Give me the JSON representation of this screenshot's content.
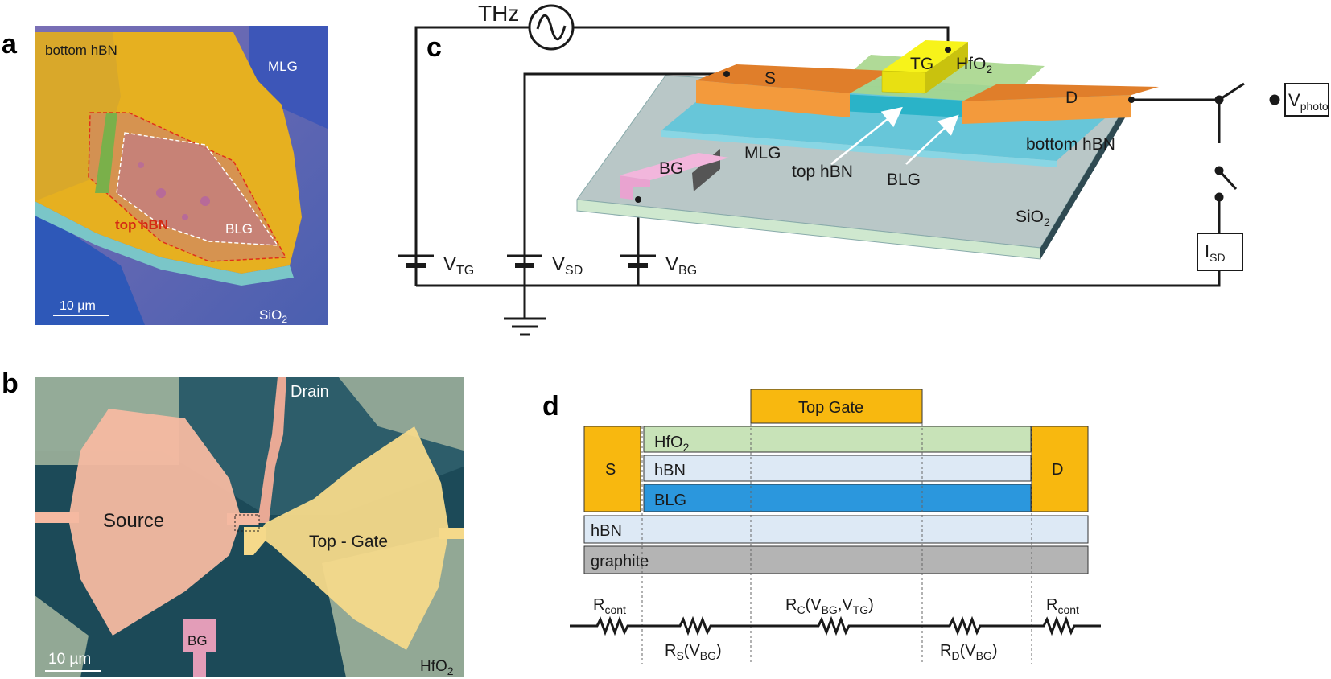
{
  "panels": {
    "a": {
      "label": "a",
      "bottom_hbn": "bottom hBN",
      "mlg": "MLG",
      "top_hbn": "top hBN",
      "blg": "BLG",
      "scalebar": "10 µm",
      "sio2_main": "SiO",
      "sio2_sub": "2"
    },
    "b": {
      "label": "b",
      "drain": "Drain",
      "source": "Source",
      "top_gate": "Top - Gate",
      "bg": "BG",
      "scalebar": "10 µm",
      "hfo2_main": "HfO",
      "hfo2_sub": "2"
    },
    "c": {
      "label": "c",
      "thz": "THz",
      "tg": "TG",
      "hfo2_main": "HfO",
      "hfo2_sub": "2",
      "s": "S",
      "d": "D",
      "bottom_hbn": "bottom hBN",
      "mlg": "MLG",
      "top_hbn": "top hBN",
      "blg": "BLG",
      "bg": "BG",
      "sio2_main": "SiO",
      "sio2_sub": "2",
      "vtg_main": "V",
      "vtg_sub": "TG",
      "vsd_main": "V",
      "vsd_sub": "SD",
      "vbg_main": "V",
      "vbg_sub": "BG",
      "vphoto_main": "V",
      "vphoto_sub": "photo",
      "isd_main": "I",
      "isd_sub": "SD"
    },
    "d": {
      "label": "d",
      "top_gate": "Top Gate",
      "s": "S",
      "d": "D",
      "hfo2_main": "HfO",
      "hfo2_sub": "2",
      "hbn_top": "hBN",
      "blg": "BLG",
      "hbn_bottom": "hBN",
      "graphite": "graphite",
      "r_cont_left_main": "R",
      "r_cont_left_sub": "cont",
      "r_cont_right_main": "R",
      "r_cont_right_sub": "cont",
      "rc_main": "R",
      "rc_sub": "C",
      "rc_args": "(V",
      "rc_args_sub1": "BG",
      "rc_args_mid": ",V",
      "rc_args_sub2": "TG",
      "rc_args_end": ")",
      "rs_main": "R",
      "rs_sub": "S",
      "rs_args": "(V",
      "rs_args_sub": "BG",
      "rs_args_end": ")",
      "rd_main": "R",
      "rd_sub": "D",
      "rd_args": "(V",
      "rd_args_sub": "BG",
      "rd_args_end": ")"
    }
  },
  "colors": {
    "orange_contact": "#f39a3c",
    "yellow_gate": "#f7f31a",
    "hfo2_green": "#a7d68c",
    "hbn_blue": "#58c6dc",
    "sio2_gray": "#b9c7c7",
    "bg_pink": "#e9a3d0",
    "d_gold": "#f8b80f",
    "d_hfo2": "#c8e3b8",
    "d_hbn": "#dde9f5",
    "d_blg": "#2b97dd",
    "d_graphite": "#b4b4b4"
  }
}
